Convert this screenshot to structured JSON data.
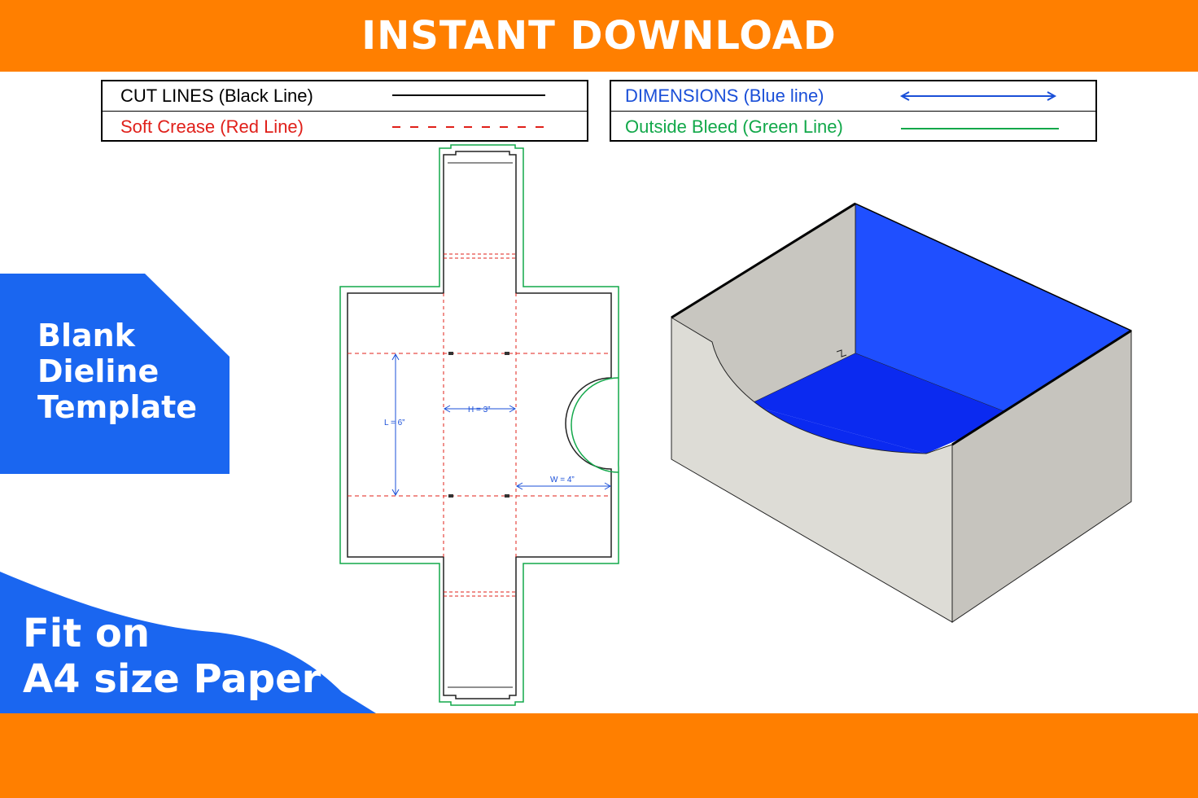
{
  "banner": {
    "title": "INSTANT DOWNLOAD"
  },
  "legend_left": {
    "cut_label": "CUT LINES (Black Line)",
    "crease_label": "Soft Crease (Red Line)"
  },
  "legend_right": {
    "dimensions_label": "DIMENSIONS (Blue line)",
    "bleed_label": "Outside Bleed (Green Line)"
  },
  "left_card": {
    "line1": "Blank",
    "line2": "Dieline",
    "line3": "Template"
  },
  "fit": {
    "line1": "Fit on",
    "line2": "A4 size Paper"
  },
  "dieline": {
    "length_label": "L = 6”",
    "height_label": "H = 3”",
    "width_label": "W = 4”"
  },
  "colors": {
    "orange": "#ff7f00",
    "blue": "#1a66f0",
    "box_inner_blue": "#1f4fff",
    "cut_black": "#000000",
    "crease_red": "#e0201a",
    "dimension_blue": "#1a4fd8",
    "bleed_green": "#12a84a"
  }
}
